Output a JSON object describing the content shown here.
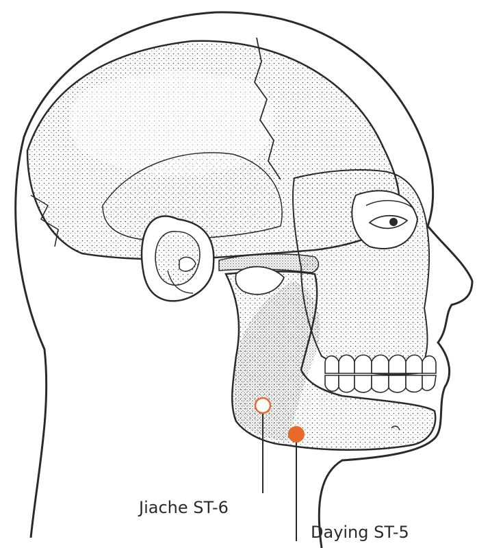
{
  "points": [
    {
      "id": "st6",
      "name": "Jiache ST-6",
      "marker": "hollow-circle"
    },
    {
      "id": "st5",
      "name": "Daying ST-5",
      "marker": "filled-circle"
    }
  ],
  "colors": {
    "accent": "#e8692a",
    "ink": "#2a2a2a",
    "background": "#ffffff"
  }
}
